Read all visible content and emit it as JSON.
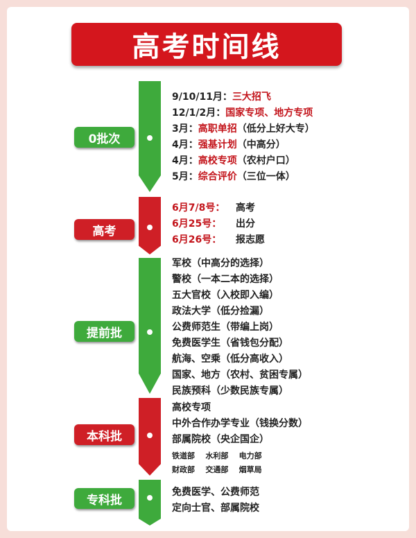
{
  "title": "高考时间线",
  "colors": {
    "red": "#cf1f26",
    "green": "#3eaa3c",
    "text": "#222222",
    "highlight": "#c3141b"
  },
  "stages": {
    "batch0": {
      "label": "0批次",
      "items": [
        {
          "prefix": "9/10/11月：",
          "highlight": "三大招飞",
          "rest": ""
        },
        {
          "prefix": "12/1/2月：",
          "highlight": "国家专项、地方专项",
          "rest": ""
        },
        {
          "prefix": "3月：",
          "highlight": "高职单招",
          "rest": "（低分上好大专）"
        },
        {
          "prefix": "4月：",
          "highlight": "强基计划",
          "rest": "（中高分）"
        },
        {
          "prefix": "4月：",
          "highlight": "高校专项",
          "rest": "（农村户口）"
        },
        {
          "prefix": "5月：",
          "highlight": "综合评价",
          "rest": "（三位一体）"
        }
      ]
    },
    "gaokao": {
      "label": "高考",
      "items": [
        {
          "date": "6月7/8号：",
          "text": "高考"
        },
        {
          "date": "6月25号：",
          "text": "出分"
        },
        {
          "date": "6月26号：",
          "text": "报志愿"
        }
      ]
    },
    "early": {
      "label": "提前批",
      "items": [
        "军校（中高分的选择）",
        "警校（一本二本的选择）",
        "五大官校（入校即入编）",
        "政法大学（低分捡漏）",
        "公费师范生（带编上岗）",
        "免费医学生（省钱包分配）",
        "航海、空乘（低分高收入）",
        "国家、地方（农村、贫困专属）",
        "民族预科（少数民族专属）"
      ]
    },
    "undergrad": {
      "label": "本科批",
      "items": [
        "高校专项",
        "中外合作办学专业（钱换分数）",
        "部属院校（央企国企）"
      ],
      "small_items": [
        "铁道部    水利部    电力部",
        "财政部    交通部    烟草局"
      ]
    },
    "junior": {
      "label": "专科批",
      "items": [
        "免费医学、公费师范",
        "定向士官、部属院校"
      ]
    }
  }
}
